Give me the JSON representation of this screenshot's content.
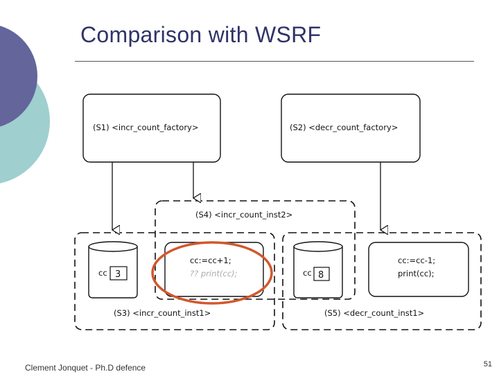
{
  "slide": {
    "title": "Comparison with WSRF",
    "footer": "Clement Jonquet - Ph.D defence",
    "page_number": "51"
  },
  "diagram": {
    "s1_label": "(S1) <incr_count_factory>",
    "s2_label": "(S2) <decr_count_factory>",
    "s3_label": "(S3) <incr_count_inst1>",
    "s4_label": "(S4) <incr_count_inst2>",
    "s5_label": "(S5) <decr_count_inst1>",
    "cc_label_left": "cc",
    "cc_value_left": "3",
    "cc_label_right": "cc",
    "cc_value_right": "8",
    "incr_code_line1": "cc:=cc+1;",
    "incr_code_line2": "?? print(cc);",
    "decr_code_line1": "cc:=cc-1;",
    "decr_code_line2": "print(cc);"
  },
  "colors": {
    "title": "#2f3368",
    "highlight_ellipse": "#d2572c",
    "circle_purple": "#63659b",
    "circle_teal": "#9fcfcf"
  }
}
